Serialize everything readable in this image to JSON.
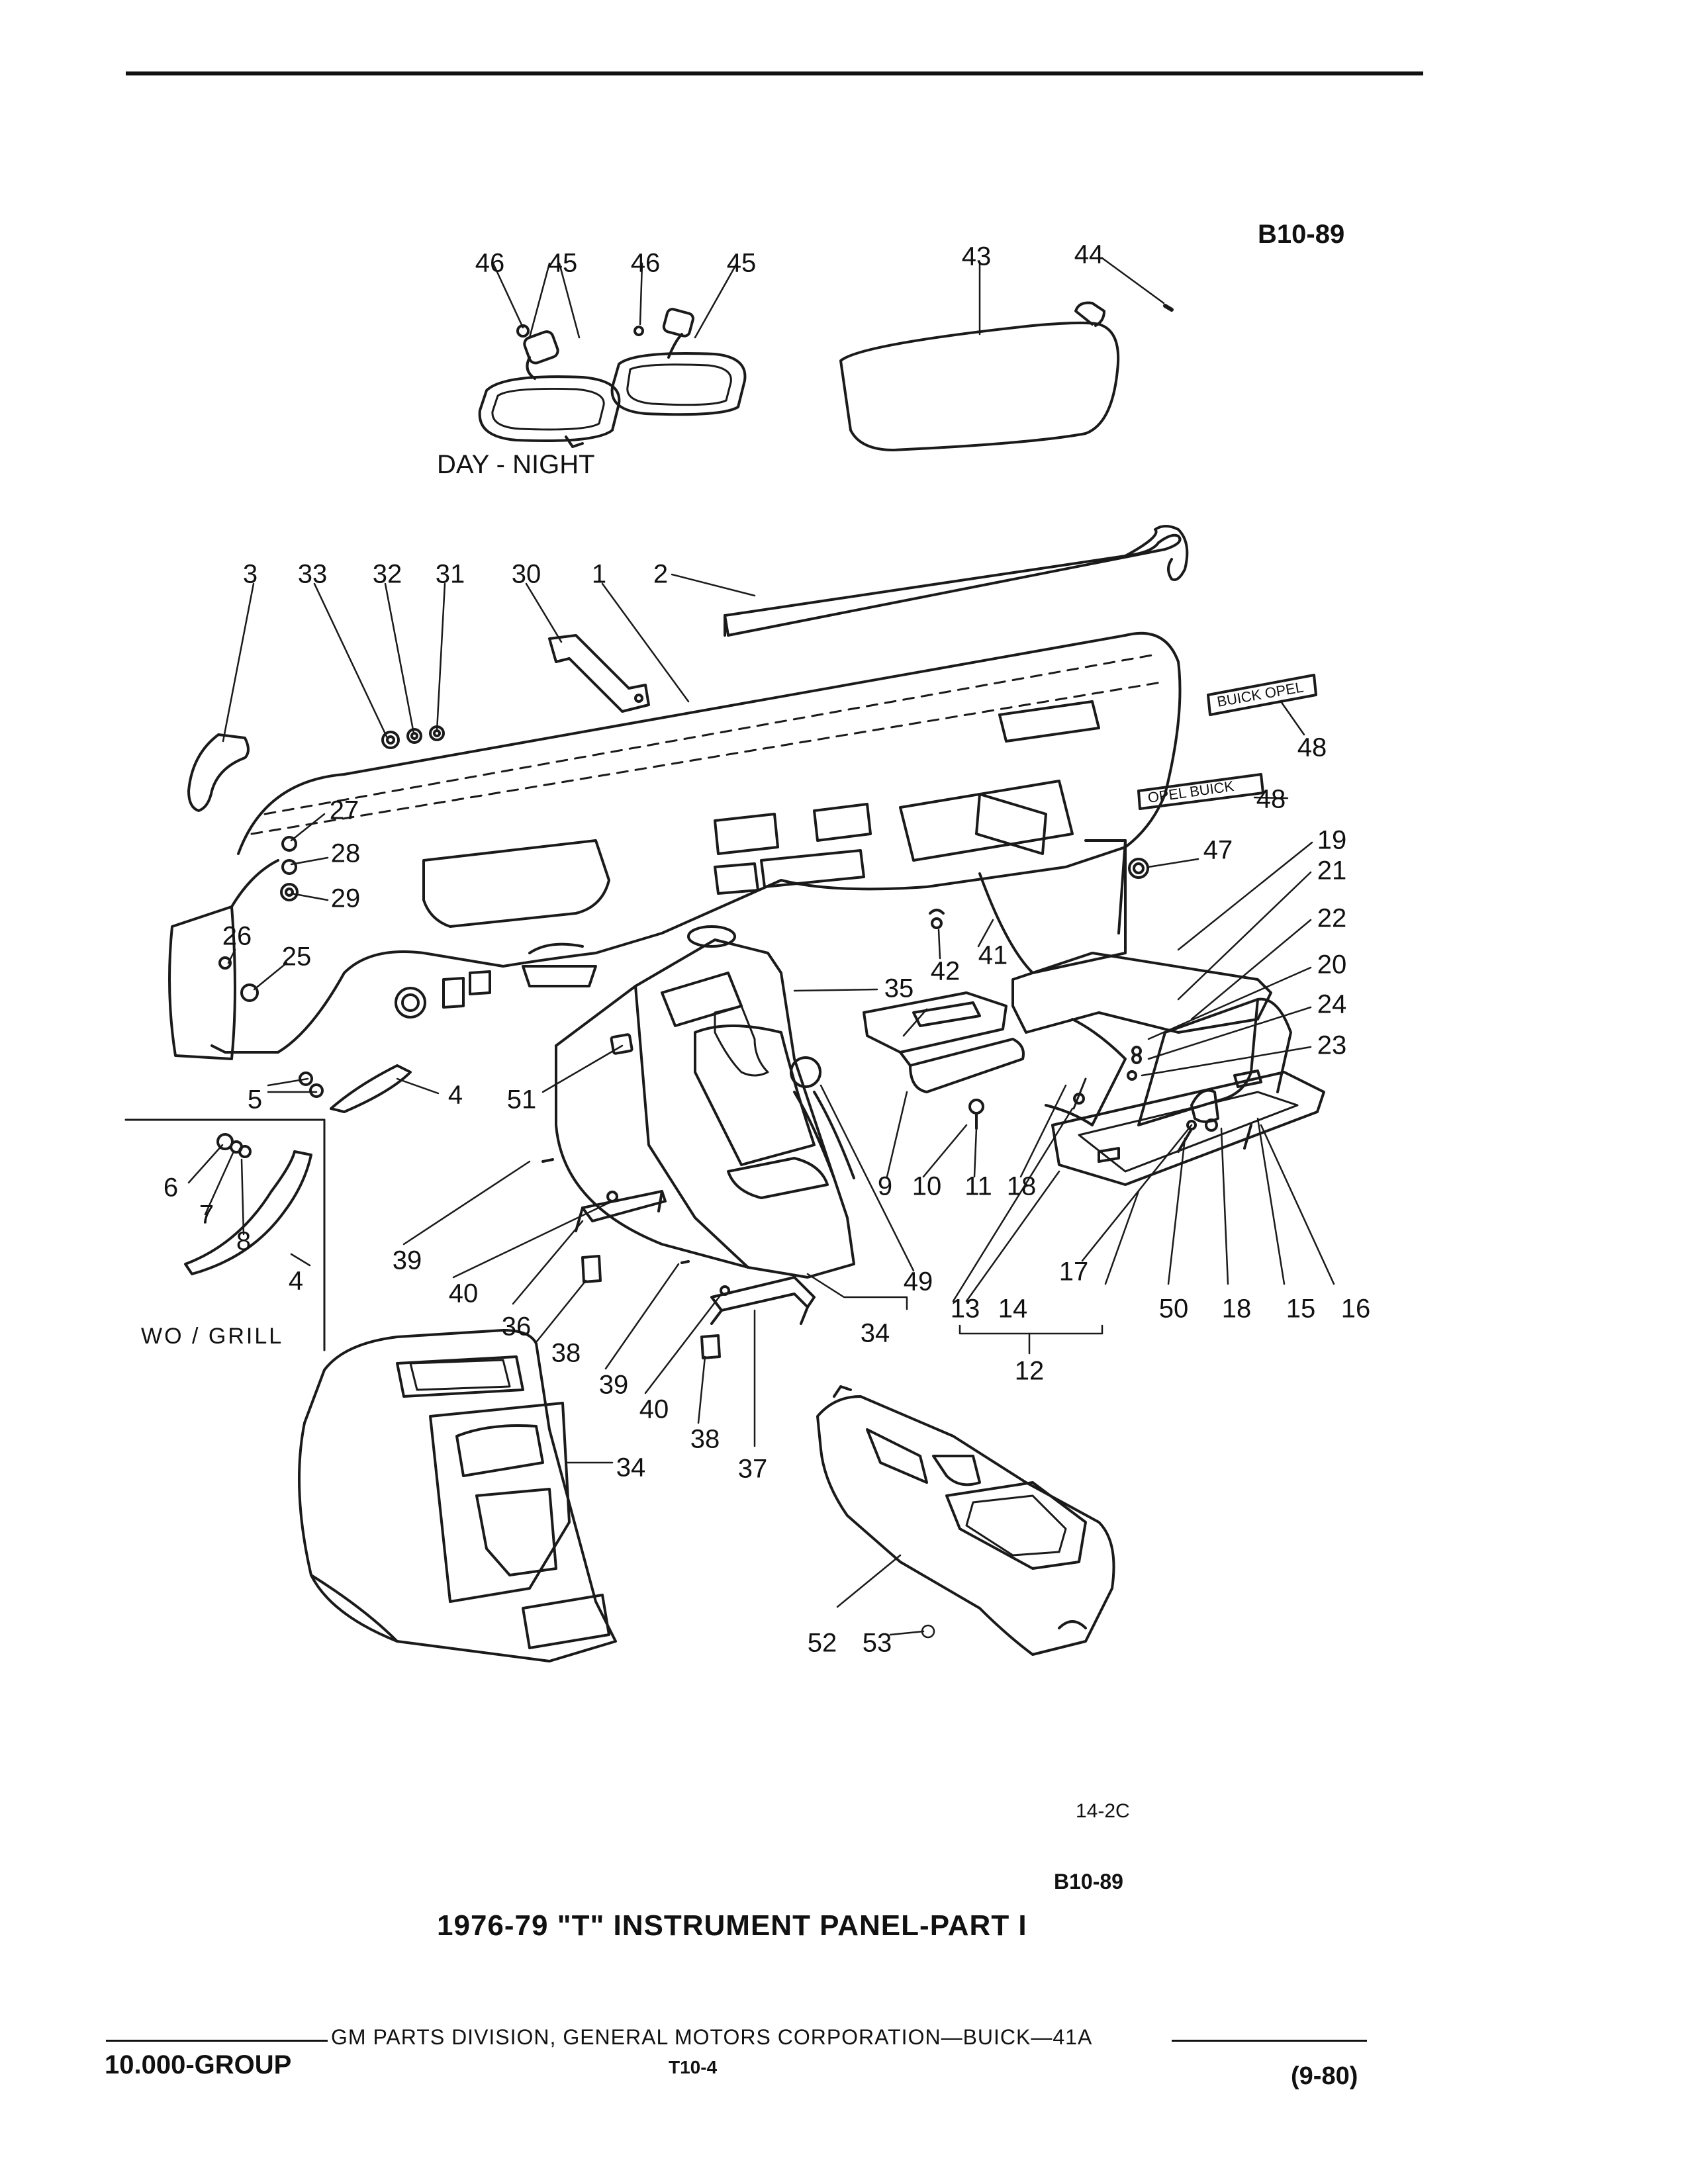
{
  "header": {
    "figure_code_top": "B10-89"
  },
  "labels": {
    "day_night": "DAY - NIGHT",
    "wo_grill": "WO / GRILL",
    "ref_code": "14-2C",
    "figure_code_bottom": "B10-89"
  },
  "title": "1976-79 \"T\" INSTRUMENT PANEL-PART I",
  "footer": {
    "group": "10.000-GROUP",
    "division": "GM PARTS DIVISION, GENERAL MOTORS CORPORATION—BUICK—41A",
    "page": "T10-4",
    "date": "(9-80)"
  },
  "callouts": [
    "46",
    "45",
    "46",
    "45",
    "43",
    "44",
    "3",
    "33",
    "32",
    "31",
    "30",
    "1",
    "2",
    "27",
    "28",
    "29",
    "26",
    "25",
    "48",
    "48",
    "47",
    "19",
    "21",
    "22",
    "20",
    "24",
    "23",
    "42",
    "41",
    "35",
    "51",
    "5",
    "4",
    "6",
    "7",
    "8",
    "4",
    "9",
    "10",
    "11",
    "18",
    "13",
    "14",
    "12",
    "17",
    "50",
    "18",
    "15",
    "16",
    "39",
    "40",
    "36",
    "38",
    "49",
    "34",
    "39",
    "40",
    "38",
    "37",
    "34",
    "52",
    "53"
  ],
  "diagram": {
    "nameplates": [
      "BUICK OPEL",
      "OPEL BUICK"
    ]
  }
}
